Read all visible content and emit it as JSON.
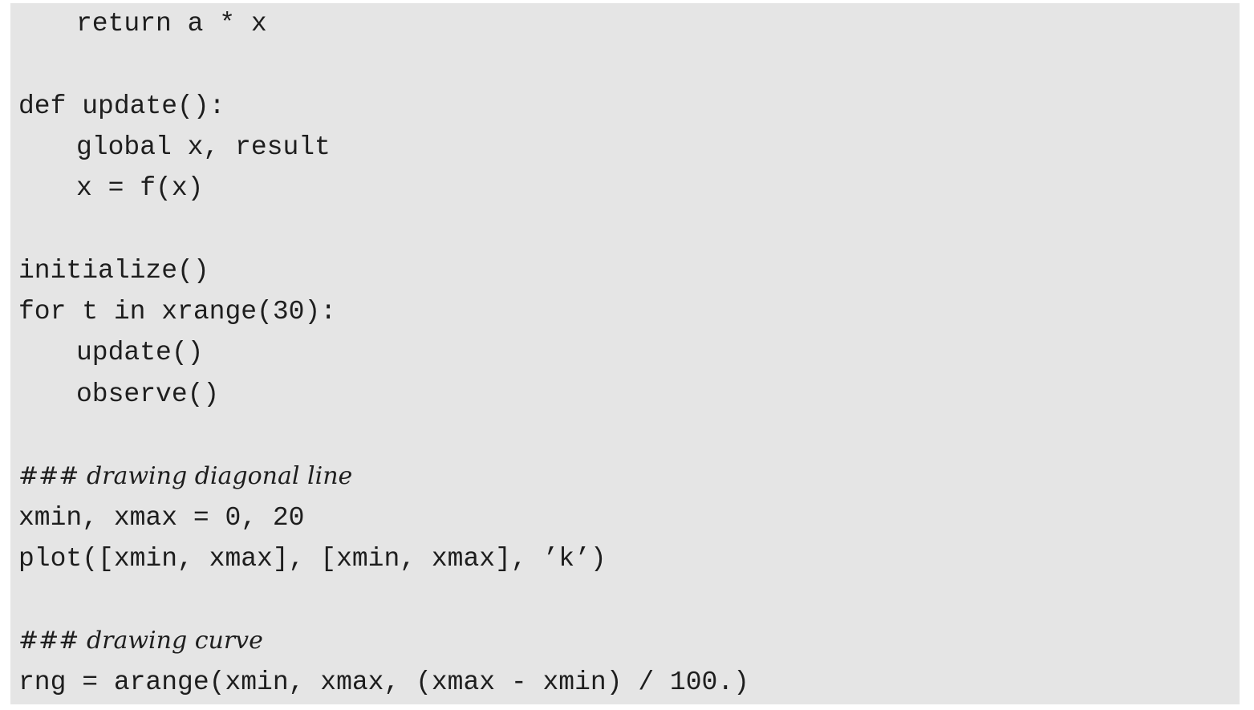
{
  "code_lines": [
    {
      "text": "return a * x",
      "indent": true,
      "comment": false
    },
    {
      "text": "",
      "indent": false,
      "comment": false
    },
    {
      "text": "def update():",
      "indent": false,
      "comment": false
    },
    {
      "text": "global x, result",
      "indent": true,
      "comment": false
    },
    {
      "text": "x = f(x)",
      "indent": true,
      "comment": false
    },
    {
      "text": "",
      "indent": false,
      "comment": false
    },
    {
      "text": "initialize()",
      "indent": false,
      "comment": false
    },
    {
      "text": "for t in xrange(30):",
      "indent": false,
      "comment": false
    },
    {
      "text": "update()",
      "indent": true,
      "comment": false
    },
    {
      "text": "observe()",
      "indent": true,
      "comment": false
    },
    {
      "text": "",
      "indent": false,
      "comment": false
    },
    {
      "text": "### drawing diagonal line",
      "indent": false,
      "comment": true
    },
    {
      "text": "xmin, xmax = 0, 20",
      "indent": false,
      "comment": false
    },
    {
      "text": "plot([xmin, xmax], [xmin, xmax], ’k’)",
      "indent": false,
      "comment": false
    },
    {
      "text": "",
      "indent": false,
      "comment": false
    },
    {
      "text": "### drawing curve",
      "indent": false,
      "comment": true
    },
    {
      "text": "rng = arange(xmin, xmax, (xmax - xmin) / 100.)",
      "indent": false,
      "comment": false
    }
  ]
}
